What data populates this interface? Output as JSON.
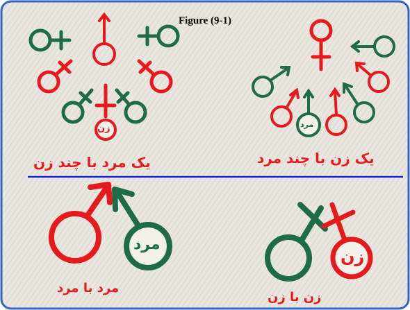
{
  "figure": {
    "title": "Figure (9-1)"
  },
  "panels": {
    "top_left": {
      "caption": "یک مرد با چند زن",
      "center_label": "زن"
    },
    "top_right": {
      "caption": "یک زن با چند مرد",
      "center_label": "مرد"
    },
    "bottom_left": {
      "caption": "مرد با مرد",
      "symbol_label": "مرد"
    },
    "bottom_right": {
      "caption": "زن با زن",
      "symbol_label": "زن"
    }
  },
  "colors": {
    "red": "#e6191c",
    "green": "#1d6b47",
    "divider": "#1b2fd6",
    "frame": "#2f64c8",
    "paper": "#e9e6df"
  }
}
